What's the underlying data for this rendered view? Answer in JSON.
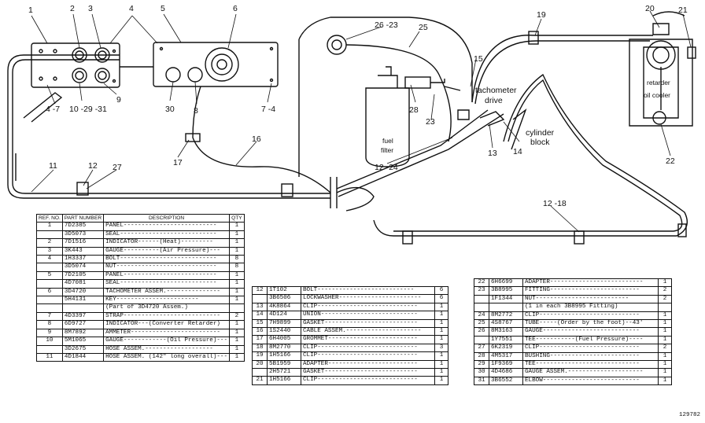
{
  "diagram": {
    "callouts": [
      "1",
      "2",
      "3",
      "4",
      "5",
      "6",
      "4 -7",
      "10 -29 -31",
      "9",
      "30",
      "8",
      "7 -4",
      "26 -23",
      "25",
      "15",
      "28",
      "23",
      "tachometer",
      "drive",
      "12 -24",
      "13",
      "cylinder",
      "block",
      "14",
      "19",
      "20",
      "21",
      "retarder",
      "oil cooler",
      "22",
      "fuel",
      "filter",
      "11",
      "12",
      "27",
      "17",
      "16",
      "12 -18"
    ]
  },
  "table1": {
    "headers": [
      "REF. NO.",
      "PART NUMBER",
      "DESCRIPTION",
      "QTY"
    ],
    "rows": [
      {
        "ref": "1",
        "part": "7D2385",
        "desc": "PANEL--------------------------",
        "qty": "1"
      },
      {
        "ref": "",
        "part": "3D5073",
        "desc": "SEAL---------------------------",
        "qty": "1"
      },
      {
        "ref": "2",
        "part": "7D1516",
        "desc": "INDICATOR------(Heat)---------",
        "qty": "1"
      },
      {
        "ref": "3",
        "part": "3K443",
        "desc": "GAUGE----------(Air Pressure)---",
        "qty": "1"
      },
      {
        "ref": "4",
        "part": "1H3337",
        "desc": "BOLT---------------------------",
        "qty": "8"
      },
      {
        "ref": "",
        "part": "3D5074",
        "desc": "NUT----------------------------",
        "qty": "8"
      },
      {
        "ref": "5",
        "part": "7D2105",
        "desc": "PANEL--------------------------",
        "qty": "1"
      },
      {
        "ref": "",
        "part": "4D7081",
        "desc": "SEAL---------------------------",
        "qty": "1"
      },
      {
        "ref": "6",
        "part": "3D4720",
        "desc": "TACHOMETER ASSEM.---------------",
        "qty": "1"
      },
      {
        "ref": "",
        "part": "5H4131",
        "desc": "KEY-----------------------",
        "qty": "1"
      },
      {
        "ref": "",
        "part": "",
        "desc": "(Part of 3D4720 Assem.)",
        "qty": ""
      },
      {
        "ref": "7",
        "part": "4D3397",
        "desc": "STRAP---------------------------",
        "qty": "2"
      },
      {
        "ref": "8",
        "part": "6D9727",
        "desc": "INDICATOR---(Converter Retarder)",
        "qty": "1"
      },
      {
        "ref": "9",
        "part": "8M7892",
        "desc": "AMMETER-------------------------",
        "qty": "1"
      },
      {
        "ref": "10",
        "part": "5M1065",
        "desc": "GAUGE------------(Oil Pressure)---",
        "qty": "1"
      },
      {
        "ref": "",
        "part": "3D2675",
        "desc": "HOSE ASSEM.-------------------",
        "qty": "1"
      },
      {
        "ref": "11",
        "part": "4D1844",
        "desc": "HOSE ASSEM. (142\" long overall)---",
        "qty": "1"
      }
    ]
  },
  "table2": {
    "rows": [
      {
        "ref": "12",
        "part": "1T102",
        "desc": "BOLT---------------------------",
        "qty": "6"
      },
      {
        "ref": "",
        "part": "3B6506",
        "desc": "LOCKWASHER-----------------------",
        "qty": "6"
      },
      {
        "ref": "13",
        "part": "4K8864",
        "desc": "CLIP----------------------------",
        "qty": "1"
      },
      {
        "ref": "14",
        "part": "4D124",
        "desc": "UNION---------------------------",
        "qty": "1"
      },
      {
        "ref": "15",
        "part": "7H9899",
        "desc": "GASKET--------------------------",
        "qty": "1"
      },
      {
        "ref": "16",
        "part": "1S2440",
        "desc": "CABLE ASSEM.---------------------",
        "qty": "1"
      },
      {
        "ref": "17",
        "part": "6H4005",
        "desc": "GROMMET-------------------------",
        "qty": "1"
      },
      {
        "ref": "18",
        "part": "8M2770",
        "desc": "CLIP----------------------------",
        "qty": "3"
      },
      {
        "ref": "19",
        "part": "1H5166",
        "desc": "CLIP----------------------------",
        "qty": "1"
      },
      {
        "ref": "20",
        "part": "5B1959",
        "desc": "ADAPTER-------------------------",
        "qty": "1"
      },
      {
        "ref": "",
        "part": "2H5721",
        "desc": "GASKET--------------------------",
        "qty": "1"
      },
      {
        "ref": "21",
        "part": "1H5166",
        "desc": "CLIP----------------------------",
        "qty": "1"
      }
    ]
  },
  "table3": {
    "rows": [
      {
        "ref": "22",
        "part": "6H6699",
        "desc": "ADAPTER--------------------------",
        "qty": "1"
      },
      {
        "ref": "23",
        "part": "3B8995",
        "desc": "FITTING-------------------------",
        "qty": "2"
      },
      {
        "ref": "",
        "part": "1F1344",
        "desc": "NUT--------------------------",
        "qty": "2"
      },
      {
        "ref": "",
        "part": "",
        "desc": "(1 in each 3B8995 Fitting)",
        "qty": ""
      },
      {
        "ref": "24",
        "part": "8M2772",
        "desc": "CLIP----------------------------",
        "qty": "1"
      },
      {
        "ref": "25",
        "part": "4S8767",
        "desc": "TUBE-----(Order by the foot)--43'",
        "qty": "1"
      },
      {
        "ref": "26",
        "part": "8M3163",
        "desc": "GAUGE---------------------------",
        "qty": "1"
      },
      {
        "ref": "",
        "part": "1Y7551",
        "desc": "TEE-----------(Fuel Pressure)----",
        "qty": "1"
      },
      {
        "ref": "27",
        "part": "6K2319",
        "desc": "CLIP----------------------------",
        "qty": "2"
      },
      {
        "ref": "28",
        "part": "4M5317",
        "desc": "BUSHING-------------------------",
        "qty": "1"
      },
      {
        "ref": "29",
        "part": "1F9369",
        "desc": "TEE-----------------------------",
        "qty": "1"
      },
      {
        "ref": "30",
        "part": "4D4686",
        "desc": "GAUGE ASSEM.---------------------",
        "qty": "1"
      },
      {
        "ref": "31",
        "part": "3B6552",
        "desc": "ELBOW---------------------------",
        "qty": "1"
      }
    ]
  },
  "figure_code": "129782"
}
